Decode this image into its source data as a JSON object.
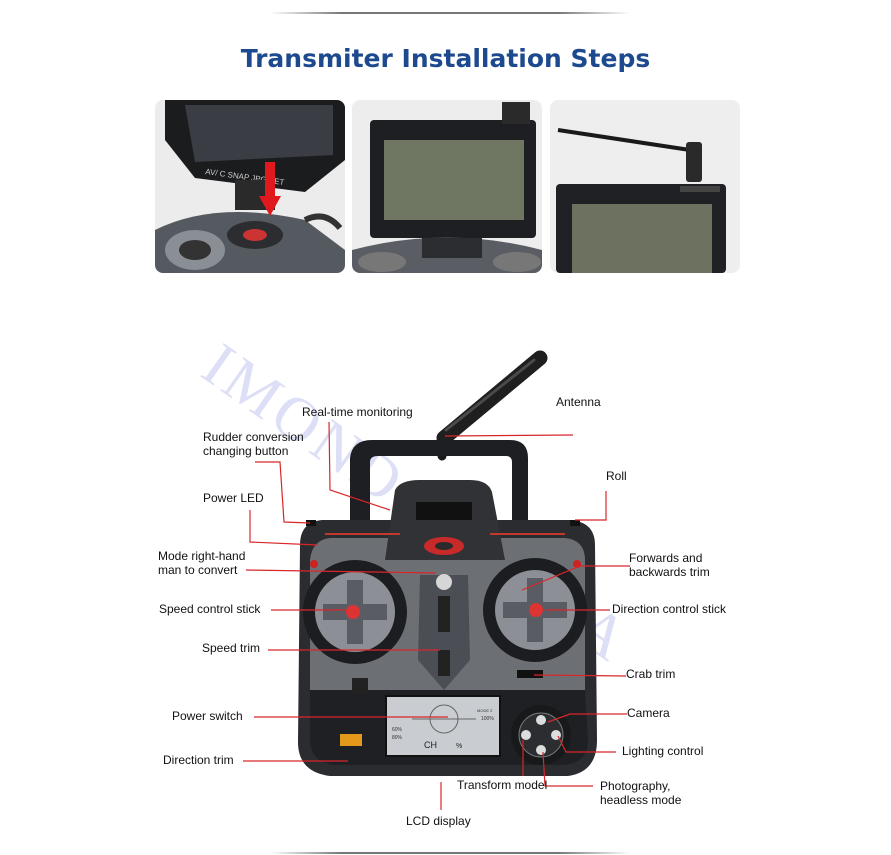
{
  "header": {
    "title": "Transmiter Installation Steps"
  },
  "photos": [
    {
      "id": "step-1",
      "monitor_text": "AV/   C SNAP JPG SET"
    },
    {
      "id": "step-2"
    },
    {
      "id": "step-3"
    }
  ],
  "watermark": "IMONDOITALIA",
  "labels": {
    "realtime_monitoring": "Real-time monitoring",
    "antenna": "Antenna",
    "rudder_conversion_1": "Rudder conversion",
    "rudder_conversion_2": "changing button",
    "roll": "Roll",
    "power_led": "Power LED",
    "mode_right_hand_1": "Mode right-hand",
    "mode_right_hand_2": "man to convert",
    "forwards_backwards_1": "Forwards and",
    "forwards_backwards_2": "backwards trim",
    "speed_control_stick": "Speed control stick",
    "direction_control_stick": "Direction control stick",
    "speed_trim": "Speed trim",
    "crab_trim": "Crab trim",
    "power_switch": "Power switch",
    "camera": "Camera",
    "lighting_control": "Lighting control",
    "direction_trim": "Direction trim",
    "transform_model": "Transform model",
    "photography_1": "Photography,",
    "photography_2": "headless mode",
    "lcd_display": "LCD display"
  },
  "lcd": {
    "left_top": "60%",
    "left_bottom": "80%",
    "right_top": "100%",
    "right_mode": "MODE 2",
    "ch": "CH",
    "pct": "%"
  },
  "colors": {
    "title": "#1d4a8f",
    "leader_line": "#d8262b",
    "body": "#2a2c30"
  }
}
